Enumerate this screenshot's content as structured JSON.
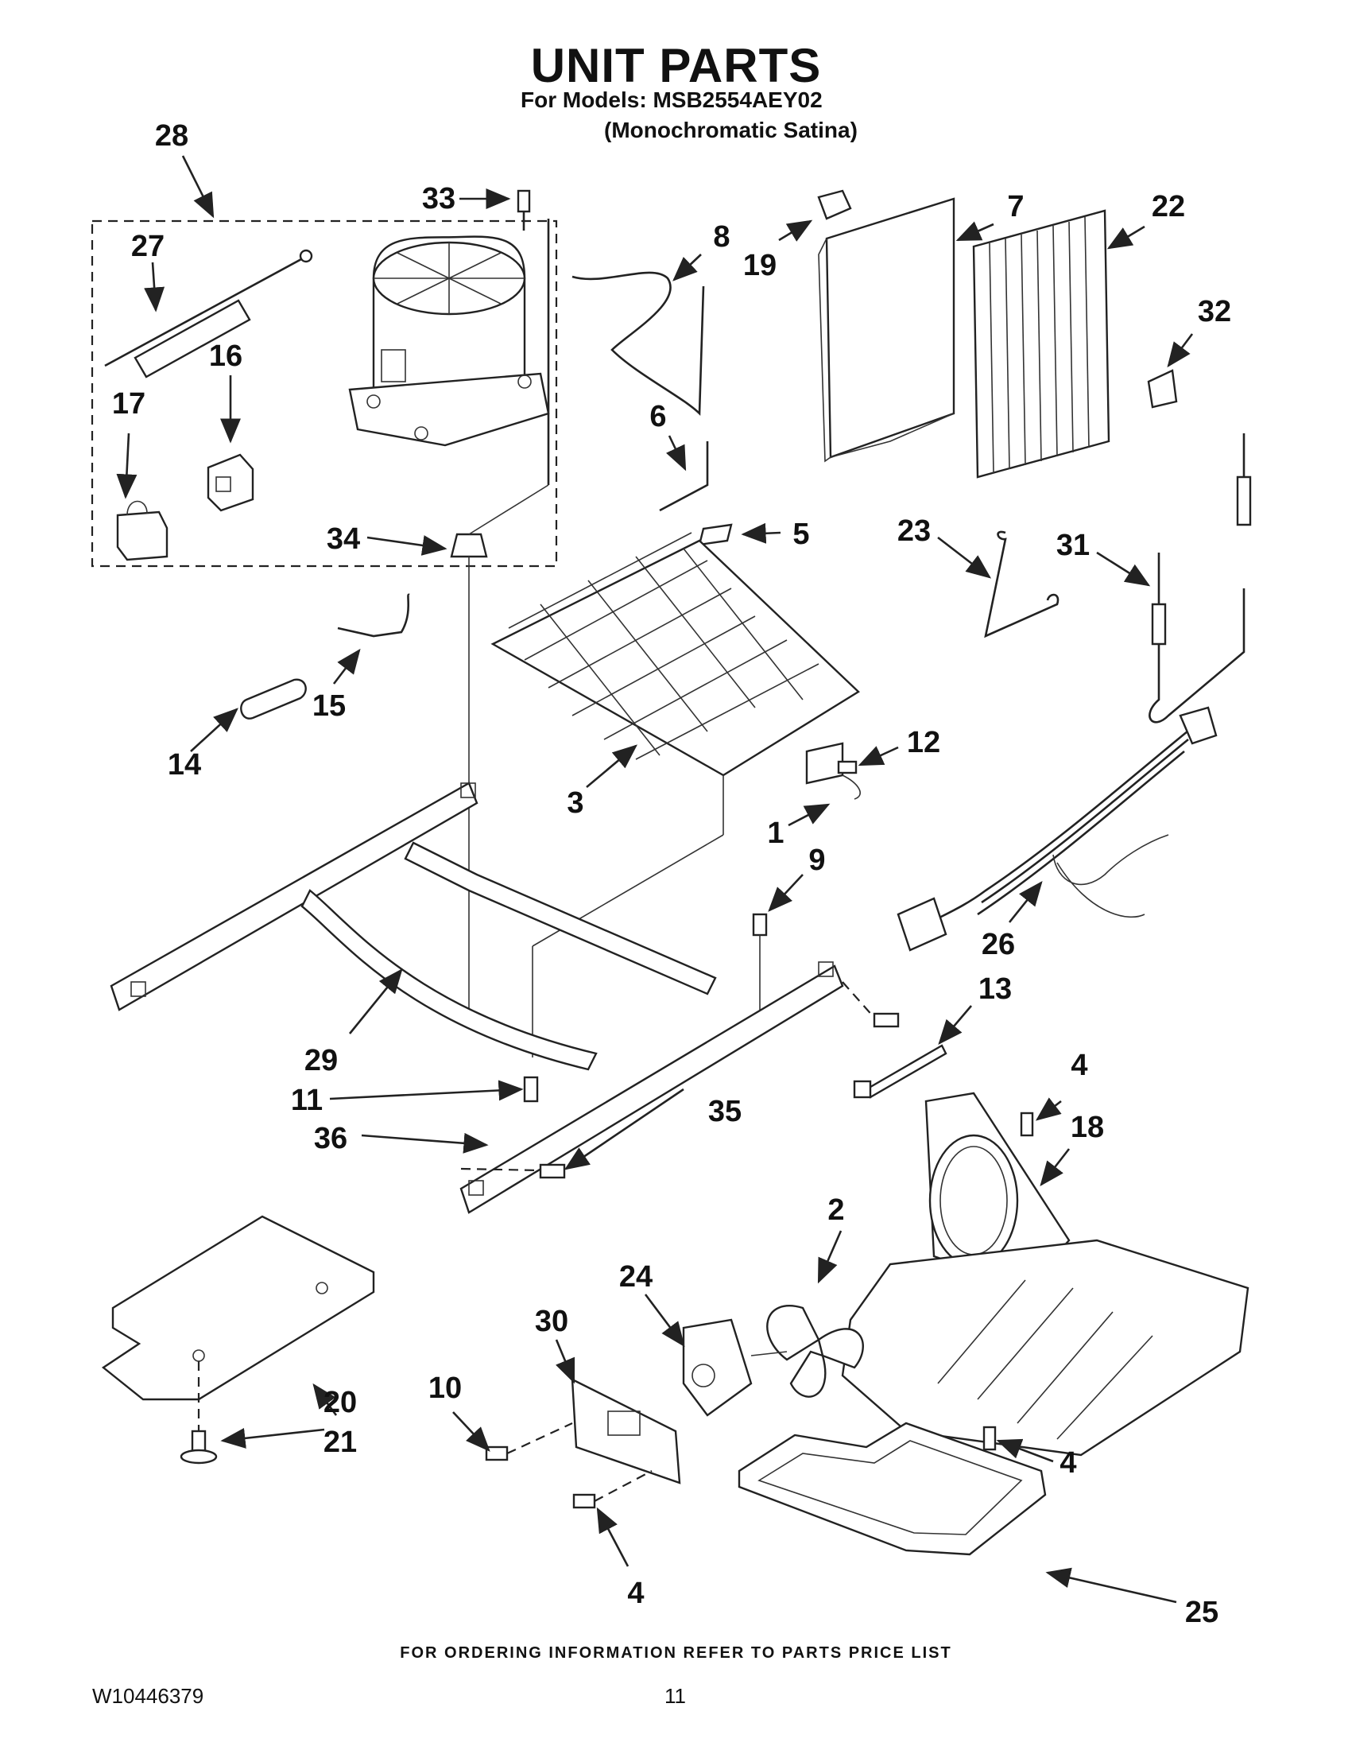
{
  "header": {
    "title": "UNIT PARTS",
    "models_line": "For Models: MSB2554AEY02",
    "variant_line": "(Monochromatic Satina)"
  },
  "callouts": [
    "28",
    "33",
    "8",
    "19",
    "7",
    "22",
    "27",
    "16",
    "17",
    "32",
    "6",
    "5",
    "23",
    "31",
    "34",
    "15",
    "14",
    "12",
    "3",
    "1",
    "9",
    "26",
    "13",
    "29",
    "11",
    "35",
    "36",
    "4",
    "18",
    "2",
    "24",
    "30",
    "20",
    "21",
    "10",
    "4",
    "4",
    "25"
  ],
  "footer": {
    "ordering_note": "FOR ORDERING INFORMATION REFER TO PARTS PRICE LIST",
    "document_number": "W10446379",
    "page_number": "11"
  },
  "colors": {
    "ink": "#222222",
    "background": "#ffffff"
  }
}
